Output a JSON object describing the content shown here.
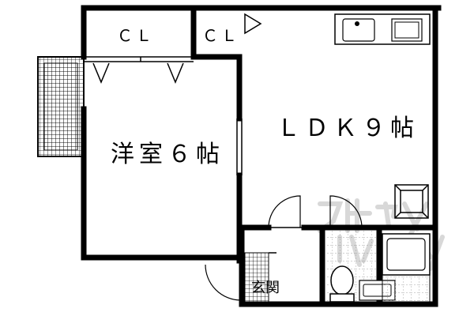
{
  "rooms": {
    "western_room": "洋室６帖",
    "ldk": "ＬＤＫ９帖",
    "closet_left": "ＣＬ",
    "closet_right": "ＣＬ",
    "entrance": "玄関"
  },
  "watermark": "アパマンショップ",
  "colors": {
    "wall": "#000000",
    "background": "#ffffff",
    "watermark": "#d8d8d8"
  }
}
